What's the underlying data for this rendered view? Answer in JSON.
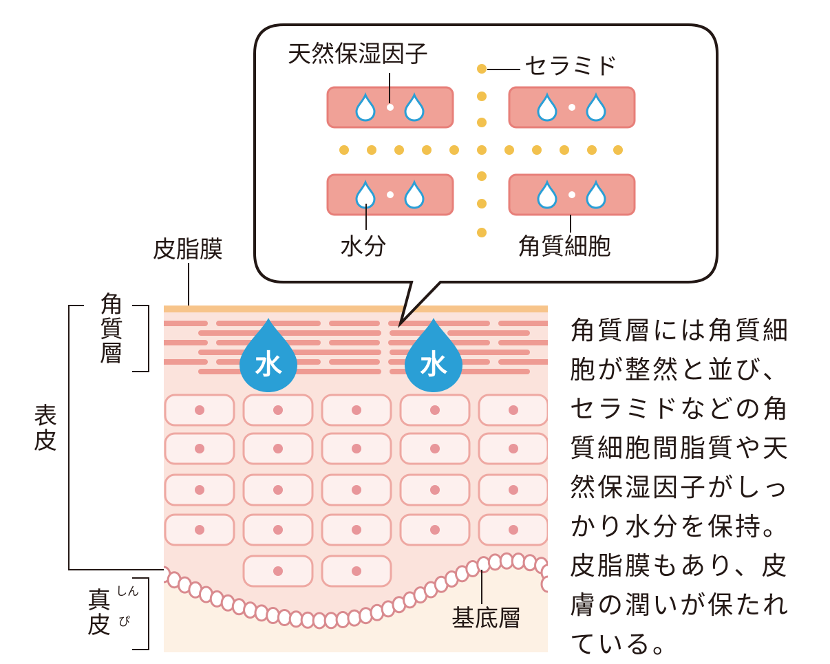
{
  "callout": {
    "nmf_label": "天然保湿因子",
    "ceramide_label": "セラミド",
    "water_label": "水分",
    "corneocyte_label": "角質細胞"
  },
  "skin": {
    "sebum_label": "皮脂膜",
    "stratum_corneum_label": "角質層",
    "epidermis_label": "表皮",
    "dermis_label": "真皮",
    "dermis_ruby_1": "しん",
    "dermis_ruby_2": "ぴ",
    "basal_label": "基底層",
    "water_drop_char": "水"
  },
  "description": "角質層には角質細胞が整然と並び、セラミドなどの角質細胞間脂質や天然保湿因子がしっかり水分を保持。皮脂膜もあり、皮膚の潤いが保たれている。",
  "colors": {
    "sebum": "#f7c48a",
    "corneum_bg": "#fbe3dc",
    "corneum_line": "#ee9b93",
    "cell_fill": "#fdf0ee",
    "cell_stroke": "#eea8a2",
    "nucleus": "#e8969a",
    "dermis": "#fdf1e4",
    "water_drop": "#2a9fd6",
    "ceramide": "#f2c14e",
    "corneocyte": "#f0a197"
  }
}
